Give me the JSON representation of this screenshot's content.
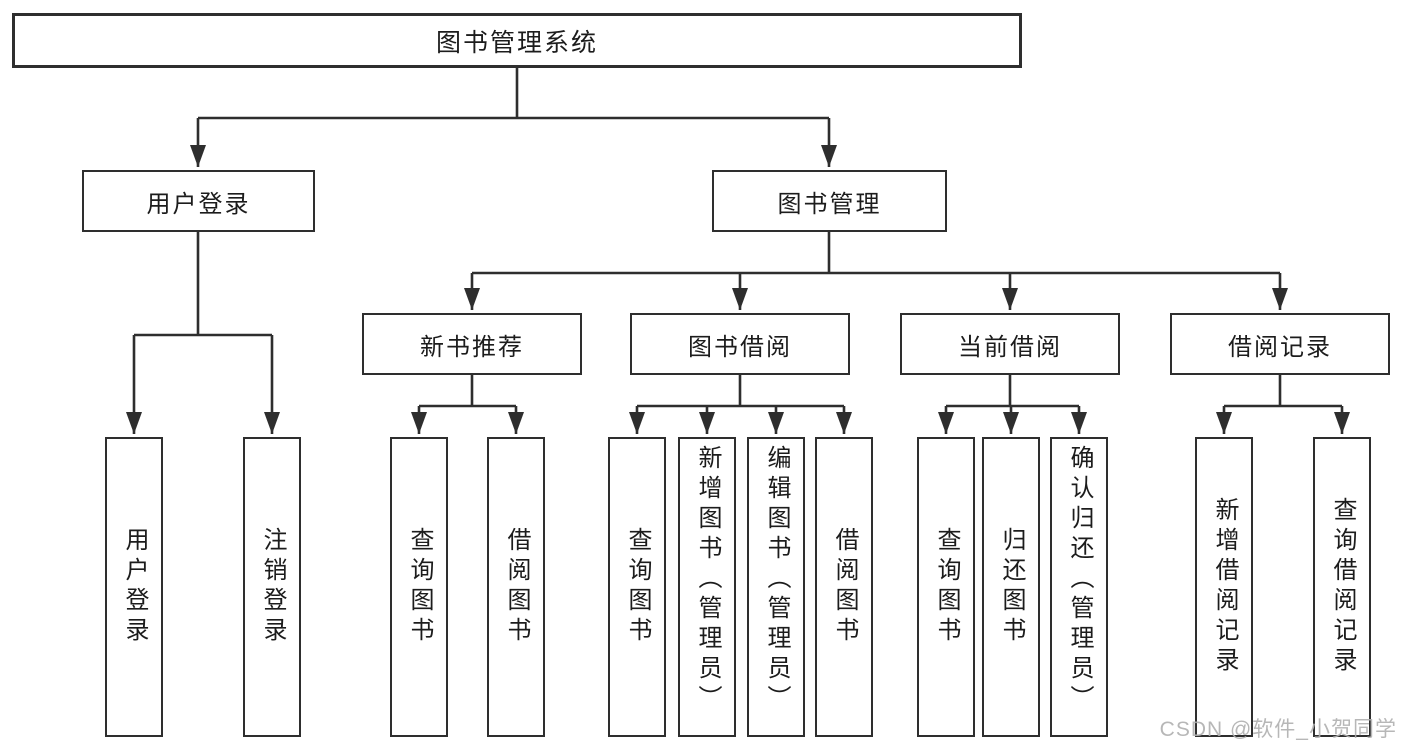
{
  "diagram": {
    "root": {
      "label": "图书管理系统"
    },
    "level1": [
      {
        "label": "用户登录"
      },
      {
        "label": "图书管理"
      }
    ],
    "level2": [
      {
        "label": "新书推荐"
      },
      {
        "label": "图书借阅"
      },
      {
        "label": "当前借阅"
      },
      {
        "label": "借阅记录"
      }
    ],
    "leaves": {
      "user_login": [
        {
          "label": "用户登录"
        },
        {
          "label": "注销登录"
        }
      ],
      "new_book": [
        {
          "label": "查询图书"
        },
        {
          "label": "借阅图书"
        }
      ],
      "borrow": [
        {
          "label": "查询图书"
        },
        {
          "label": "新增图书（管理员）"
        },
        {
          "label": "编辑图书（管理员）"
        },
        {
          "label": "借阅图书"
        }
      ],
      "current": [
        {
          "label": "查询图书"
        },
        {
          "label": "归还图书"
        },
        {
          "label": "确认归还（管理员）"
        }
      ],
      "records": [
        {
          "label": "新增借阅记录"
        },
        {
          "label": "查询借阅记录"
        }
      ]
    },
    "watermark": "CSDN @软件_小贺同学",
    "colors": {
      "line": "#2e2e2e",
      "text": "#1c1c1c",
      "watermark": "#b0b0b0",
      "background": "#ffffff"
    }
  }
}
